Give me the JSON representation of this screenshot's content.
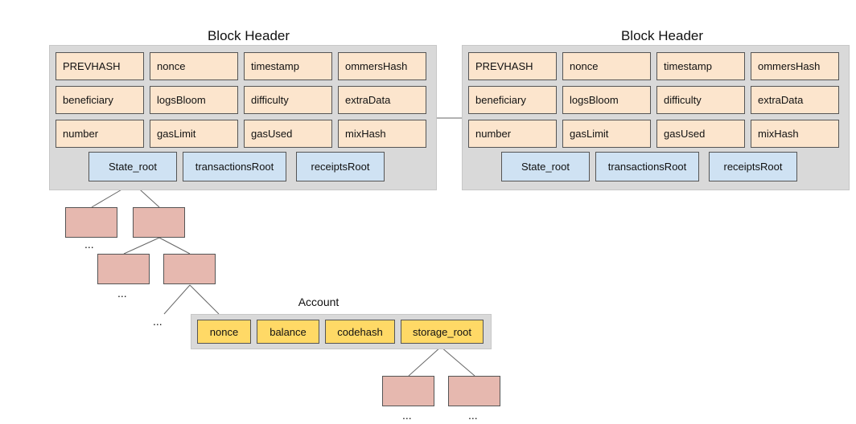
{
  "block_left": {
    "title": "Block Header",
    "fields": [
      "PREVHASH",
      "nonce",
      "timestamp",
      "ommersHash",
      "beneficiary",
      "logsBloom",
      "difficulty",
      "extraData",
      "number",
      "gasLimit",
      "gasUsed",
      "mixHash"
    ],
    "roots": [
      "State_root",
      "transactionsRoot",
      "receiptsRoot"
    ]
  },
  "block_right": {
    "title": "Block Header",
    "fields": [
      "PREVHASH",
      "nonce",
      "timestamp",
      "ommersHash",
      "beneficiary",
      "logsBloom",
      "difficulty",
      "extraData",
      "number",
      "gasLimit",
      "gasUsed",
      "mixHash"
    ],
    "roots": [
      "State_root",
      "transactionsRoot",
      "receiptsRoot"
    ]
  },
  "account": {
    "title": "Account",
    "fields": [
      "nonce",
      "balance",
      "codehash",
      "storage_root"
    ]
  },
  "ellipsis": "..."
}
